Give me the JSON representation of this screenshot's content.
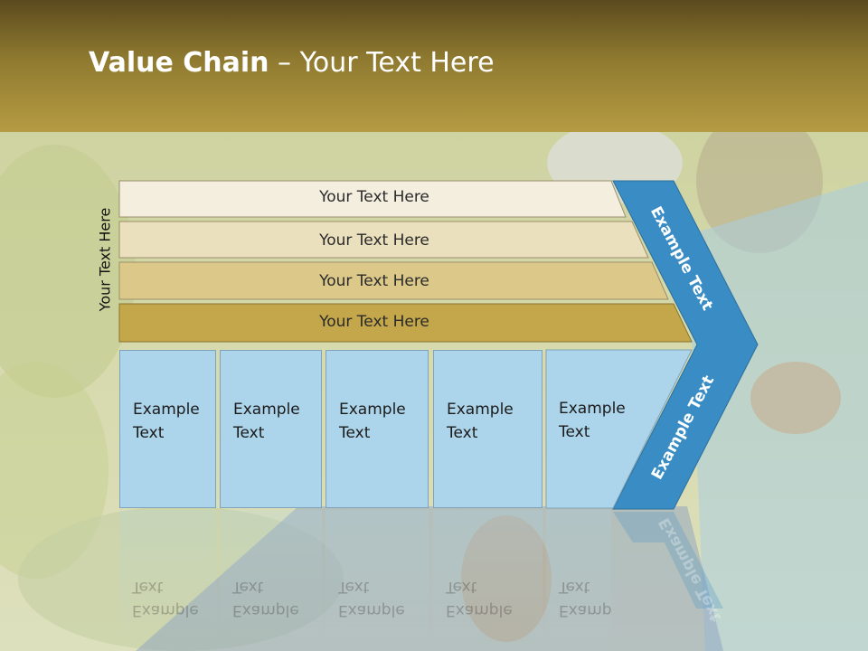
{
  "slide": {
    "title_bold": "Value Chain",
    "title_rest": " – Your Text Here"
  },
  "side_label": "Your Text Here",
  "bands": [
    {
      "label": "Your Text Here",
      "color": "#f4eedf"
    },
    {
      "label": "Your Text Here",
      "color": "#ebe0bd"
    },
    {
      "label": "Your Text Here",
      "color": "#dcc98a"
    },
    {
      "label": "Your Text Here",
      "color": "#c4a64b"
    }
  ],
  "boxes": [
    {
      "line1": "Example",
      "line2": "Text"
    },
    {
      "line1": "Example",
      "line2": "Text"
    },
    {
      "line1": "Example",
      "line2": "Text"
    },
    {
      "line1": "Example",
      "line2": "Text"
    },
    {
      "line1": "Example",
      "line2": "Text"
    }
  ],
  "chevron": {
    "upper_text": "Example Text",
    "lower_text": "Example Text",
    "color": "#3a8cc4"
  },
  "colors": {
    "header": "#a08a38",
    "box_fill": "#acd4ea"
  }
}
